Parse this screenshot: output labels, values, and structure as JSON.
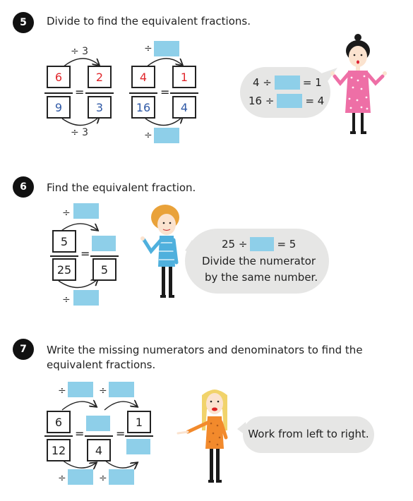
{
  "q5": {
    "number": "5",
    "instruction": "Divide to find the equivalent fractions.",
    "left": {
      "top_op": "÷ 3",
      "bottom_op": "÷ 3",
      "num1": "6",
      "den1": "9",
      "num2": "2",
      "den2": "3",
      "equals": "="
    },
    "right": {
      "top_op": "÷",
      "bottom_op": "÷",
      "num1": "4",
      "den1": "16",
      "num2": "1",
      "den2": "4",
      "equals": "="
    },
    "bubble": {
      "line1_pre": "4 ÷",
      "line1_post": "= 1",
      "line2_pre": "16 ÷",
      "line2_post": "= 4"
    }
  },
  "q6": {
    "number": "6",
    "instruction": "Find the equivalent fraction.",
    "top_op": "÷",
    "bottom_op": "÷",
    "num1": "5",
    "den1": "25",
    "den2": "5",
    "equals": "=",
    "bubble": {
      "line1_pre": "25 ÷",
      "line1_post": "= 5",
      "line2": "Divide the numerator",
      "line3": "by the same number."
    }
  },
  "q7": {
    "number": "7",
    "instruction_line1": "Write the missing numerators and denominators to find the",
    "instruction_line2": "equivalent fractions.",
    "top_op1": "÷",
    "top_op2": "÷",
    "bottom_op1": "÷",
    "bottom_op2": "÷",
    "num1": "6",
    "den1": "12",
    "den2": "4",
    "num3": "1",
    "equals1": "=",
    "equals2": "=",
    "bubble": {
      "text": "Work from left to right."
    }
  },
  "colors": {
    "red": "#e0262b",
    "blue": "#2f59a6",
    "blank": "#8ecfe9",
    "bubble": "#e6e6e5"
  }
}
